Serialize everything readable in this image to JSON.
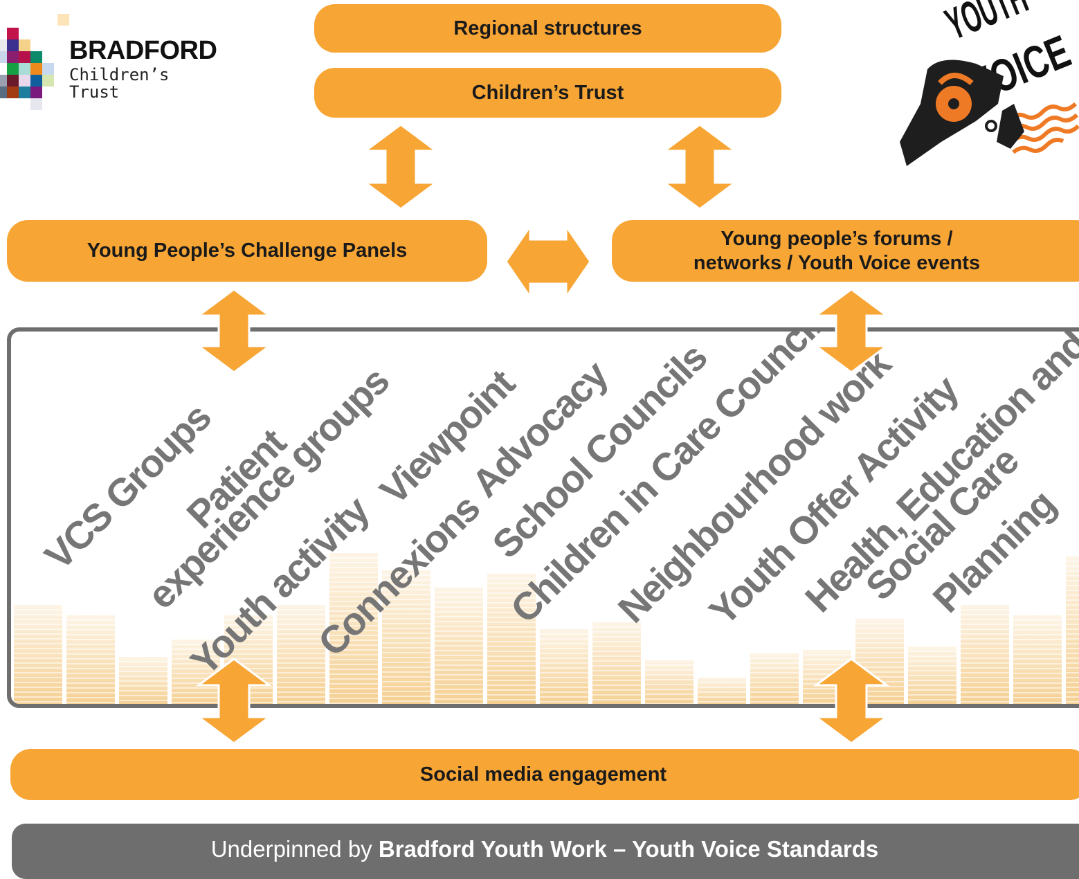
{
  "colors": {
    "orange": "#f7a535",
    "panel_border": "#6e6e6e",
    "activity_text": "#767676",
    "footer_bg": "#6e6e6f"
  },
  "logo": {
    "title": "BRADFORD",
    "subtitle": "Children’s Trust"
  },
  "youth_voice_logo": {
    "text": "YOUTH VOICE"
  },
  "top": {
    "regional": "Regional structures",
    "trust": "Children’s Trust"
  },
  "middle": {
    "challenge_panels": "Young People’s Challenge Panels",
    "forums_line1": "Young people’s forums /",
    "forums_line2": "networks / Youth Voice events"
  },
  "activities": [
    "VCS Groups",
    "Patient",
    "experience groups",
    "Youth activity",
    "Viewpoint",
    "Connexions",
    "Advocacy",
    "School Councils",
    "Children in Care Council",
    "Neighbourhood work",
    "Youth Offer Activity",
    "Health, Education and",
    "Social Care",
    "Planning"
  ],
  "social_media": "Social media engagement",
  "footer": {
    "prefix": "Underpinned by",
    "bold": "Bradford Youth Work – Youth Voice Standards"
  }
}
